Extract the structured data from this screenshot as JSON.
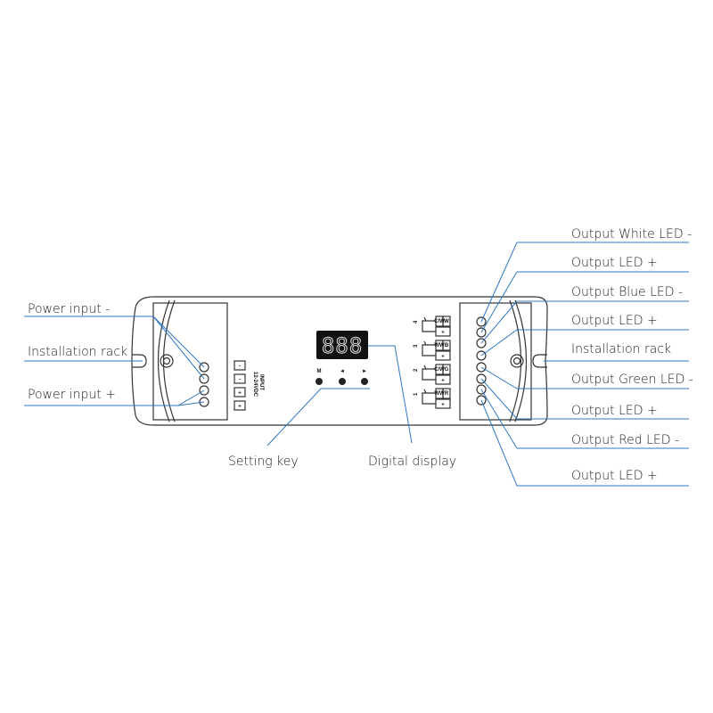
{
  "left_labels": {
    "power_minus": "Power input -",
    "installation_rack": "Installation rack",
    "power_plus": "Power input +"
  },
  "right_labels": [
    "Output White LED -",
    "Output LED +",
    "Output Blue LED -",
    "Output LED +",
    "Installation rack",
    "Output Green LED -",
    "Output LED +",
    "Output Red LED -",
    "Output LED +"
  ],
  "bottom_labels": {
    "setting_key": "Setting key",
    "digital_display": "Digital display"
  },
  "device": {
    "display_text": "888",
    "buttons": [
      "M",
      "◄",
      "►"
    ],
    "input_title": "INPUT",
    "input_voltage": "12-24VDC",
    "input_terminals": [
      "-",
      "-",
      "+",
      "+"
    ],
    "channels": [
      {
        "num": "4",
        "tag": "W",
        "type": "C/W"
      },
      {
        "num": "3",
        "tag": "B",
        "type": "WW"
      },
      {
        "num": "2",
        "tag": "G",
        "type": "C/W"
      },
      {
        "num": "1",
        "tag": "R",
        "type": "WW"
      }
    ],
    "plus": "+"
  }
}
